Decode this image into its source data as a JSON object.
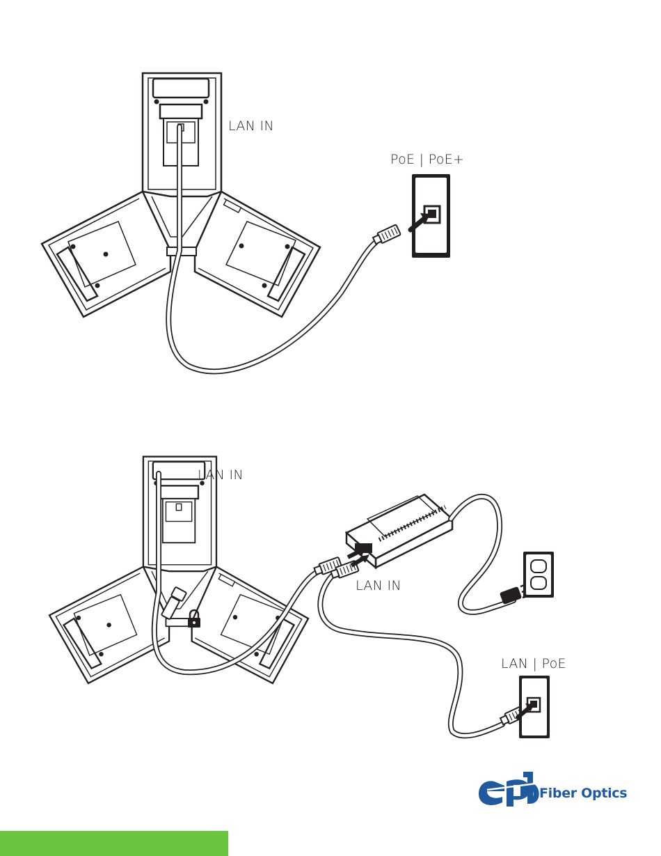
{
  "diagram1": {
    "lan_in_label": "LAN IN",
    "wall_port_label": "PoE | PoE+"
  },
  "diagram2": {
    "lan_in_label": "LAN IN",
    "injector_lan_in_label": "LAN IN",
    "wall_port_label": "LAN | PoE"
  },
  "logo": {
    "wordmark": "Fiber Optics",
    "brand_color": "#1f5a9e",
    "icon": "epb-logo"
  },
  "footer": {
    "accent_color": "#6bc43e"
  },
  "colors": {
    "line": "#231f20",
    "brand": "#1f5a9e",
    "accent": "#6bc43e"
  }
}
